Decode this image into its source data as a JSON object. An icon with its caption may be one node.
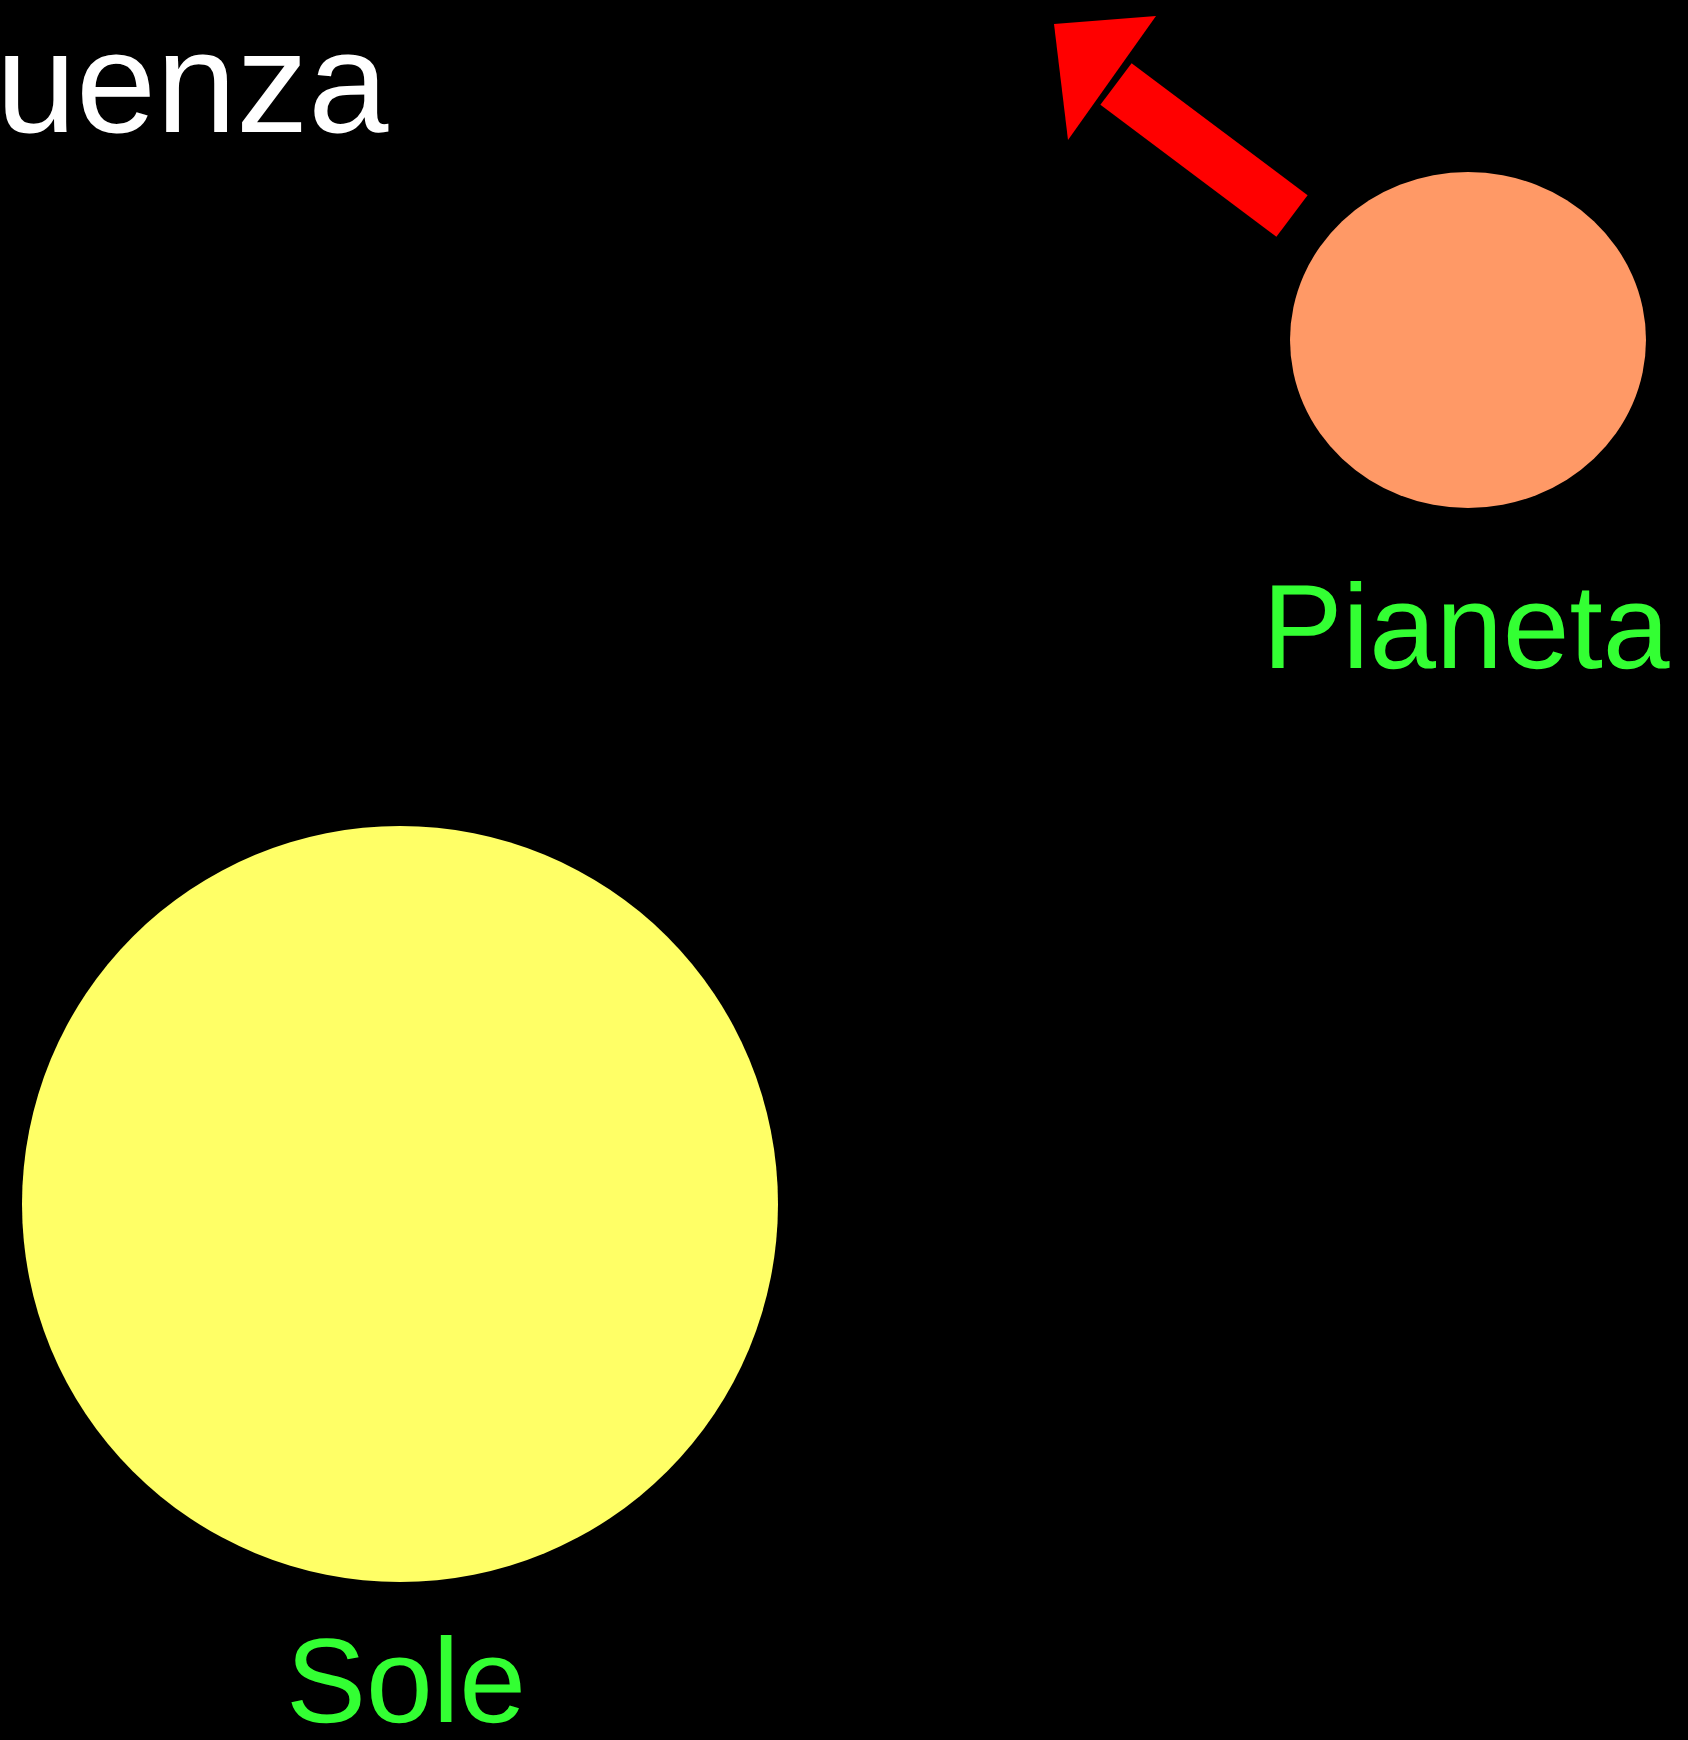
{
  "diagram": {
    "title": "uenza",
    "nodes": [
      {
        "text": [],
        "shape": "circle",
        "beside": [
          "Pianeta"
        ]
      },
      {
        "text": [],
        "shape": "circle",
        "beside": [
          "Sole"
        ]
      }
    ]
  }
}
